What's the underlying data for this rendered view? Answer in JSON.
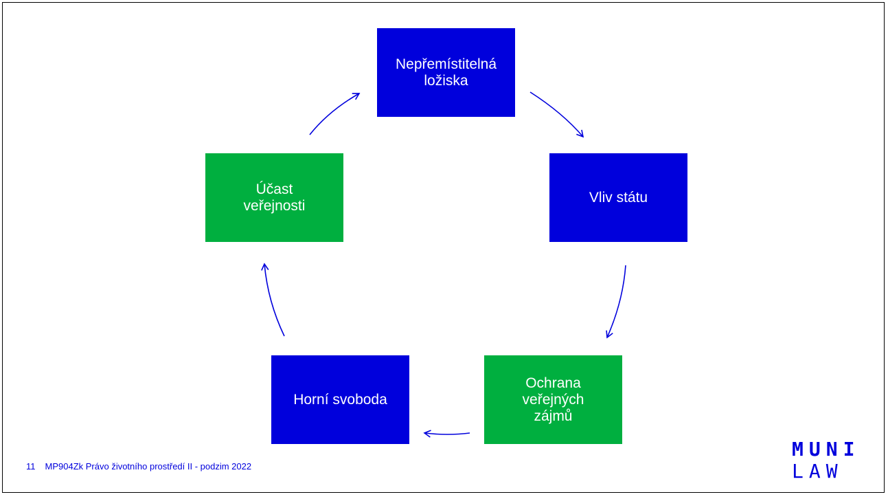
{
  "diagram": {
    "nodes": [
      {
        "id": "node-1",
        "label": "Nepřemístitelná\nložiska",
        "color": "#0000dc"
      },
      {
        "id": "node-2",
        "label": "Vliv státu",
        "color": "#0000dc"
      },
      {
        "id": "node-3",
        "label": "Ochrana\nveřejných\nzájmů",
        "color": "#00af3f"
      },
      {
        "id": "node-4",
        "label": "Horní svoboda",
        "color": "#0000dc"
      },
      {
        "id": "node-5",
        "label": "Účast\nveřejnosti",
        "color": "#00af3f"
      }
    ],
    "edges": [
      {
        "from": "node-1",
        "to": "node-2"
      },
      {
        "from": "node-2",
        "to": "node-3"
      },
      {
        "from": "node-3",
        "to": "node-4"
      },
      {
        "from": "node-4",
        "to": "node-5"
      },
      {
        "from": "node-5",
        "to": "node-1"
      }
    ],
    "arrow_color": "#0000dc"
  },
  "footer": {
    "page_number": "11",
    "text": "MP904Zk Právo životního prostředí II - podzim 2022"
  },
  "logo": {
    "line1": "MUNI",
    "line2": "LAW",
    "color": "#0000dc"
  }
}
